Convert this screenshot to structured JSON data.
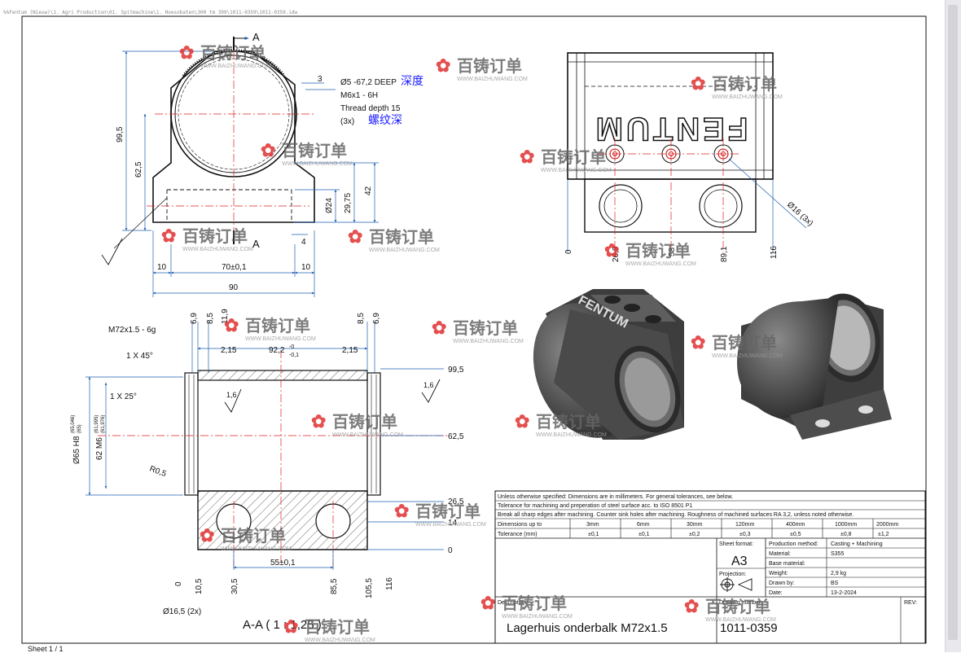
{
  "file_path": "%%Fentum (Nieuw)\\1. Agri Production\\01. Spitmachine\\1. Hoesobaten\\300 tm 399\\1011-0359\\1011-0359.idw",
  "sheet_label": "Sheet 1 / 1",
  "watermark": {
    "brand": "百铸订单",
    "url": "WWW.BAIZHUWANG.COM"
  },
  "front_view": {
    "section_letter": "A",
    "dims": {
      "d99_5": "99,5",
      "d62_5": "62,5",
      "d3": "3",
      "d24": "Ø24",
      "d29_75": "29,75",
      "d42": "42",
      "d4": "4",
      "d10a": "10",
      "d70": "70±0,1",
      "d10b": "10",
      "d90": "90"
    },
    "note_hole": "Ø5 -67,2 DEEP",
    "note_hole_cn": "深度",
    "note_thread": "M6x1 - 6H",
    "note_depth": "Thread depth 15",
    "note_qty": "(3x)",
    "note_depth_cn": "螺纹深"
  },
  "top_view": {
    "logo_text": "FENTUM",
    "dims": {
      "d0": "0",
      "d26_9": "26,9",
      "d58": "58",
      "d89_1": "89,1",
      "d116": "116",
      "d16": "Ø16 (3x)"
    }
  },
  "section_view": {
    "title": "A-A ( 1 : 1,25 )",
    "dims": {
      "thread": "M72x1.5 - 6g",
      "d6_9a": "6,9",
      "d8_5a": "8,5",
      "d11_9": "11,9",
      "d8_5b": "8,5",
      "d6_9b": "6,9",
      "d2_15a": "2,15",
      "d92_2": "92,2",
      "tol_upper": "-0",
      "tol_lower": "-0,1",
      "d2_15b": "2,15",
      "chamfer45": "1 X 45°",
      "chamfer25": "1 X 25°",
      "r0_5": "R0,5",
      "d65": "Ø65 H8",
      "d65_tol_u": "(65,046)",
      "d65_tol_l": "(65)",
      "d62": "62 M6",
      "d62_tol_u": "(61,995)",
      "d62_tol_l": "(61,976)",
      "r99_5": "99,5",
      "r62_5": "62,5",
      "r26_5": "26,5",
      "r14": "14",
      "r0": "0",
      "d55": "55±0,1",
      "b0": "0",
      "b10_5": "10,5",
      "b30_5": "30,5",
      "b85_5": "85,5",
      "b105_5": "105,5",
      "b116": "116",
      "holes": "Ø16,5 (2x)",
      "rough": "1,6"
    }
  },
  "title_block": {
    "notes": [
      "Unless otherwise specified: Dimensions are in millimeters. For general tolerances, see below.",
      "Tolerance for machining and preperation of steel surface acc. to ISO 8501 P1",
      "Break all sharp edges after machining. Counter sink holes after machining. Roughness of machined surfaces RA 3,2, unless noted otherwise."
    ],
    "tol_header": [
      "Dimensions up to",
      "3mm",
      "6mm",
      "30mm",
      "120mm",
      "400mm",
      "1000mm",
      "2000mm"
    ],
    "tol_values": [
      "Tolerance (mm)",
      "±0,1",
      "±0,1",
      "±0,2",
      "±0,3",
      "±0,5",
      "±0,8",
      "±1,2"
    ],
    "sheet_format_label": "Sheet format:",
    "sheet_format": "A3",
    "projection_label": "Projection:",
    "production_method_label": "Production method:",
    "production_method": "Casting + Machining",
    "material_label": "Material:",
    "material": "S355",
    "base_material_label": "Base material:",
    "base_material": "",
    "weight_label": "Weight:",
    "weight": "2,9 kg",
    "drawn_by_label": "Drawn by:",
    "drawn_by": "BS",
    "date_label": "Date:",
    "date": "13-2-2024",
    "description_label": "Description:",
    "description": "Lagerhuis onderbalk M72x1.5",
    "drawing_number_label": "Drawing number:",
    "drawing_number": "1011-0359",
    "rev_label": "REV:"
  },
  "colors": {
    "dim": "#1f5fb0",
    "center": "#e02020",
    "hatch": "#333333",
    "watermark": "#e03030",
    "cn_note": "#1a1aff"
  }
}
